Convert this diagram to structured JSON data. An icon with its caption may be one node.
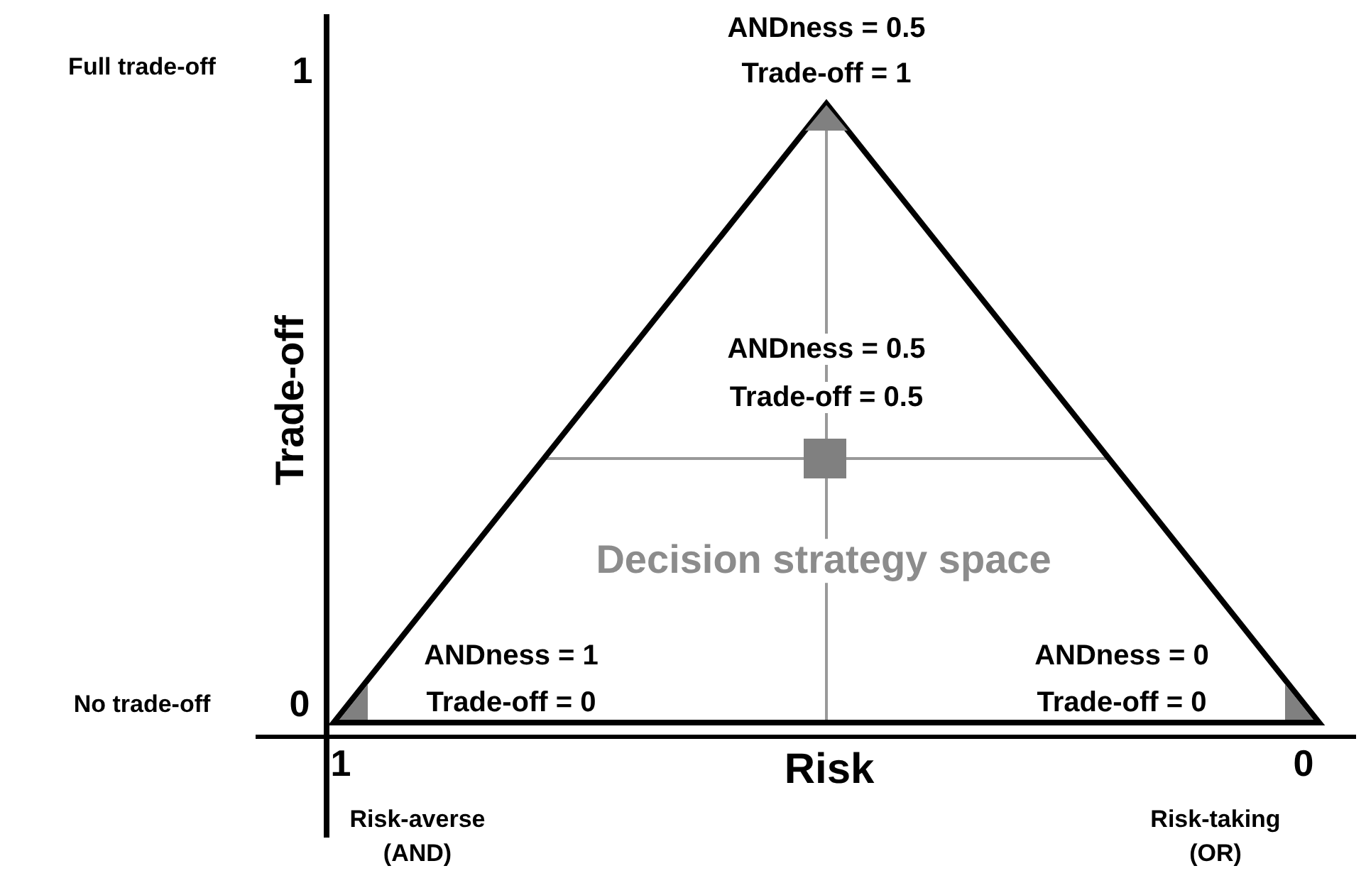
{
  "diagram": {
    "labels": [
      "ANDness = 0.5",
      "Trade-off = 1",
      "Full trade-off",
      "1",
      "Trade-off",
      "ANDness = 0.5",
      "Trade-off = 0.5",
      "Decision strategy space",
      "ANDness = 1",
      "Trade-off = 0",
      "ANDness = 0",
      "Trade-off = 0",
      "No trade-off",
      "0",
      "1",
      "Risk",
      "0",
      "Risk-averse",
      "(AND)",
      "Risk-taking",
      "(OR)"
    ]
  }
}
